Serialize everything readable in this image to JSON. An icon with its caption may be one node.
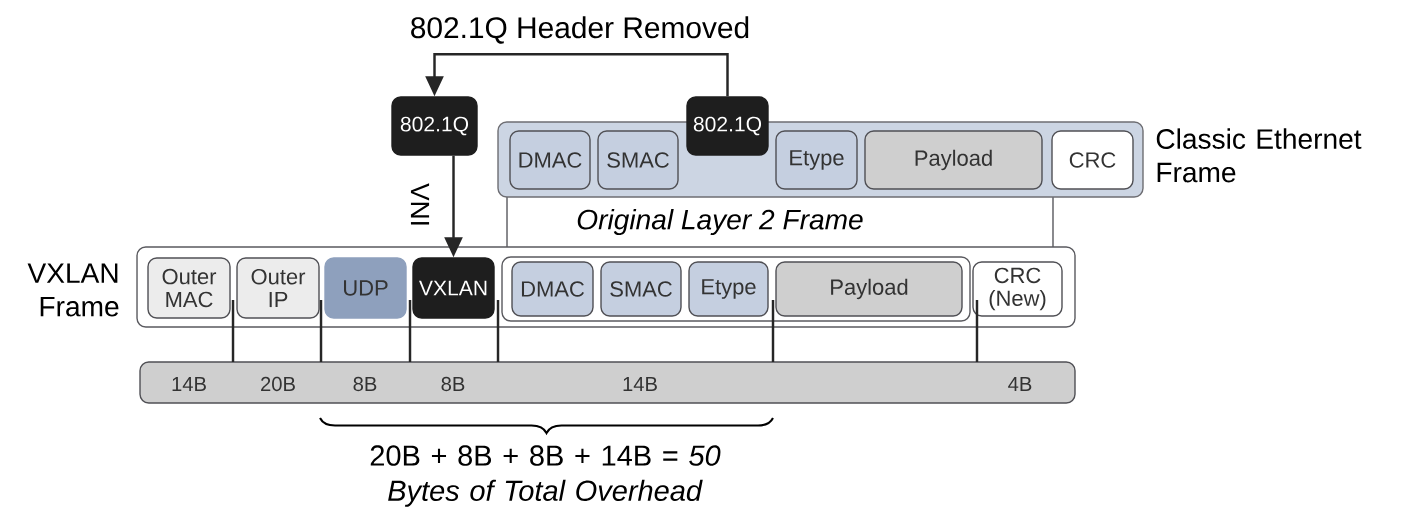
{
  "diagram": {
    "nodes": [
      {
        "text": [
          "Classic Ethernet Frame"
        ]
      },
      {
        "text": [
          "DMAC"
        ],
        "in": 0
      },
      {
        "text": [
          "SMAC"
        ],
        "in": 0
      },
      {
        "text": [
          "802.1Q"
        ]
      },
      {
        "text": [
          "Etype"
        ],
        "in": 0
      },
      {
        "text": [
          "Payload"
        ],
        "in": 0
      },
      {
        "text": [
          "CRC"
        ],
        "in": 0
      },
      {
        "text": [
          "802.1Q"
        ]
      },
      {
        "text": [
          "Original Layer 2 Frame"
        ]
      },
      {
        "text": [
          "VXLAN Frame"
        ]
      },
      {
        "text": [
          "Outer MAC"
        ],
        "in": 9
      },
      {
        "text": [
          "Outer IP"
        ],
        "in": 9
      },
      {
        "text": [
          "UDP"
        ],
        "in": 9
      },
      {
        "text": [
          "VXLAN"
        ],
        "in": 9
      },
      {
        "text": [],
        "shape": "box",
        "in": 9
      },
      {
        "text": [
          "DMAC"
        ],
        "in": 14
      },
      {
        "text": [
          "SMAC"
        ],
        "in": 14
      },
      {
        "text": [
          "Etype"
        ],
        "in": 14
      },
      {
        "text": [
          "Payload"
        ],
        "in": 14
      },
      {
        "text": [
          "CRC (New)"
        ],
        "in": 9
      },
      {
        "text": [
          "14B",
          "20B",
          "8B",
          "8B",
          "14B",
          "4B"
        ]
      }
    ],
    "edges": [
      {
        "from": 3,
        "to": 7,
        "arrow": "to",
        "label": "802.1Q Header Removed"
      },
      {
        "from": 7,
        "to": 13,
        "arrow": "to",
        "label": "VNI"
      }
    ],
    "labels": [
      "20B + 8B + 8B + 14B = *50 Bytes of Total Overhead*"
    ]
  }
}
